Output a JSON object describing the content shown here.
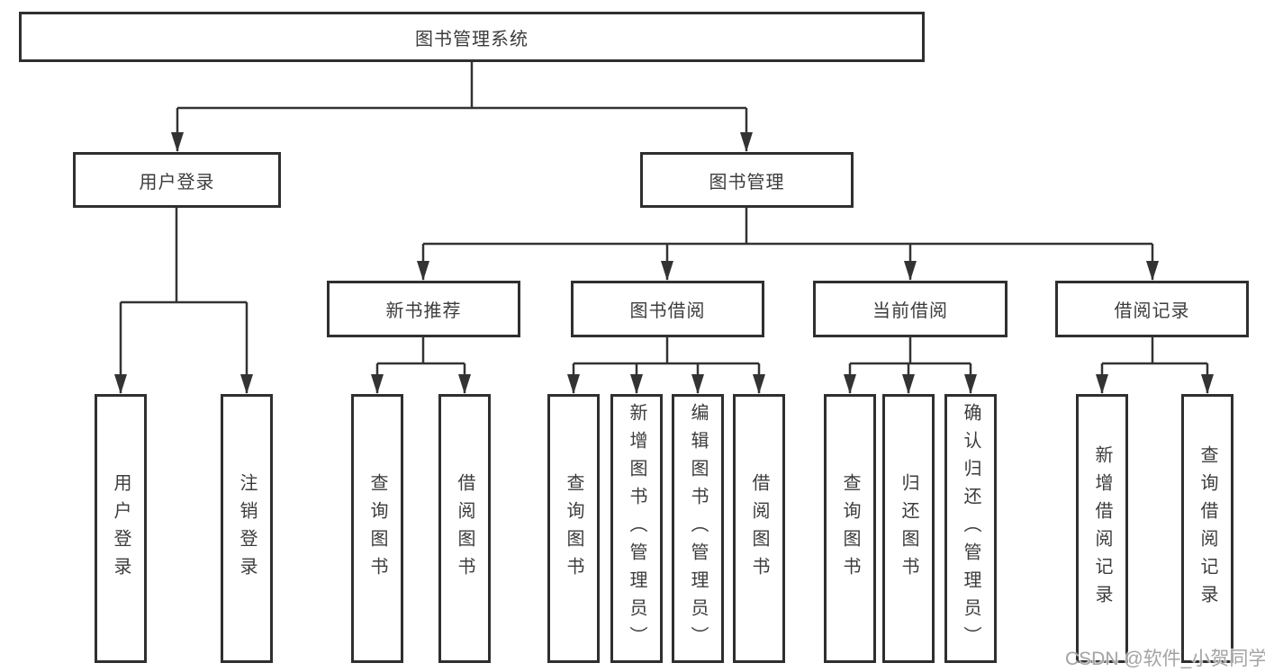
{
  "tree": {
    "root": {
      "label": "图书管理系统",
      "children": [
        {
          "label": "用户登录",
          "children": [
            {
              "label": "用户登录"
            },
            {
              "label": "注销登录"
            }
          ]
        },
        {
          "label": "图书管理",
          "children": [
            {
              "label": "新书推荐",
              "children": [
                {
                  "label": "查询图书"
                },
                {
                  "label": "借阅图书"
                }
              ]
            },
            {
              "label": "图书借阅",
              "children": [
                {
                  "label": "查询图书"
                },
                {
                  "label": "新增图书（管理员）"
                },
                {
                  "label": "编辑图书（管理员）"
                },
                {
                  "label": "借阅图书"
                }
              ]
            },
            {
              "label": "当前借阅",
              "children": [
                {
                  "label": "查询图书"
                },
                {
                  "label": "归还图书"
                },
                {
                  "label": "确认归还（管理员）"
                }
              ]
            },
            {
              "label": "借阅记录",
              "children": [
                {
                  "label": "新增借阅记录"
                },
                {
                  "label": "查询借阅记录"
                }
              ]
            }
          ]
        }
      ]
    }
  },
  "watermark": {
    "text": "CSDN @软件_小贺同学"
  },
  "colors": {
    "line": "#333333",
    "box_border": "#2f2f2f",
    "text": "#3c3c3c",
    "watermark": "#a3a3a3",
    "background": "#ffffff"
  }
}
